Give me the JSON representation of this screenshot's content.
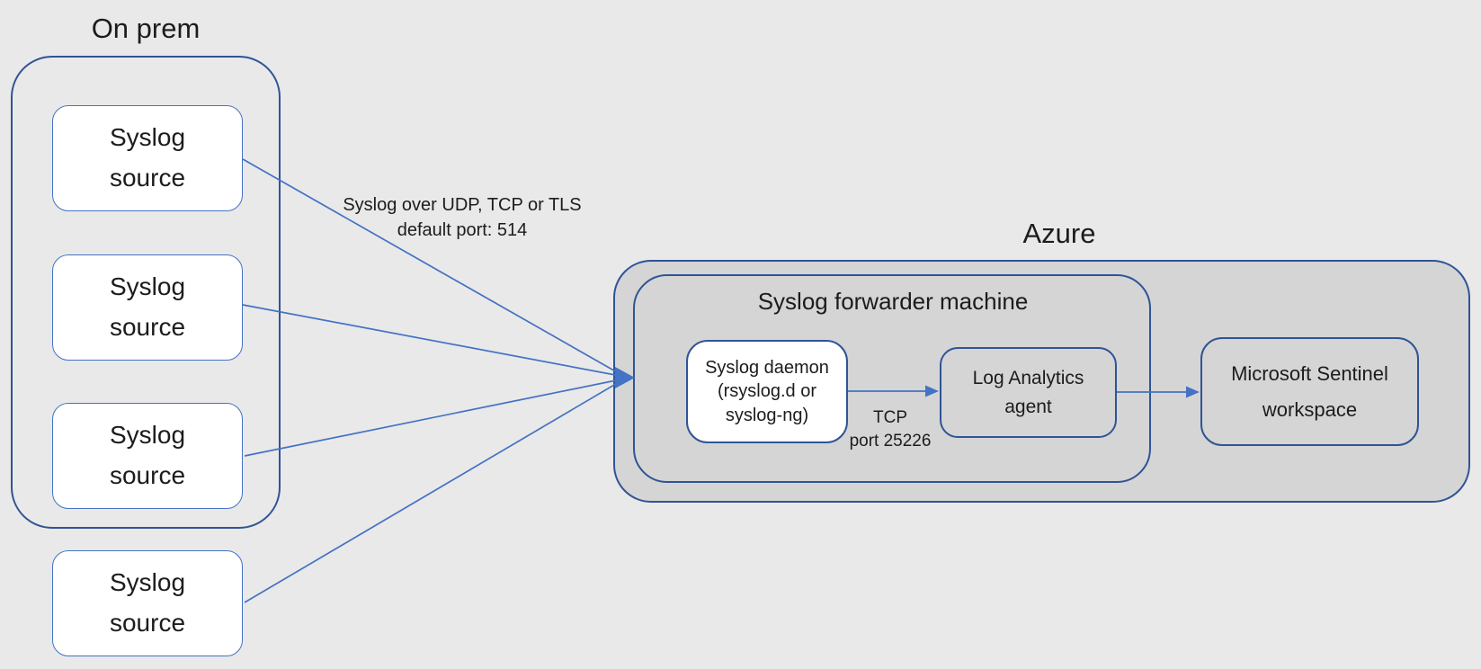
{
  "colors": {
    "page_background": "#e9e9e9",
    "container_fill": "#d5d5d5",
    "node_fill_white": "#ffffff",
    "dark_border": "#2f5496",
    "light_blue_border": "#4472c4",
    "arrow": "#4472c4",
    "text": "#1c1c1c"
  },
  "diagram": {
    "on_prem": {
      "title": "On prem",
      "sources": [
        {
          "label": "Syslog\nsource"
        },
        {
          "label": "Syslog\nsource"
        },
        {
          "label": "Syslog\nsource"
        },
        {
          "label": "Syslog\nsource"
        }
      ]
    },
    "connection_label": "Syslog over UDP, TCP or TLS\ndefault port: 514",
    "azure": {
      "title": "Azure",
      "forwarder": {
        "title": "Syslog forwarder machine",
        "daemon_label": "Syslog daemon\n(rsyslog.d or\nsyslog-ng)",
        "agent_label": "Log Analytics\nagent"
      },
      "sentinel_label": "Microsoft Sentinel\nworkspace"
    },
    "edges": [
      {
        "from": "syslog-source-1",
        "to": "syslog-daemon"
      },
      {
        "from": "syslog-source-2",
        "to": "syslog-daemon"
      },
      {
        "from": "syslog-source-3",
        "to": "syslog-daemon"
      },
      {
        "from": "syslog-source-4",
        "to": "syslog-daemon"
      },
      {
        "from": "syslog-daemon",
        "to": "log-analytics-agent",
        "label": "TCP\nport 25226"
      },
      {
        "from": "log-analytics-agent",
        "to": "microsoft-sentinel-workspace"
      }
    ]
  }
}
